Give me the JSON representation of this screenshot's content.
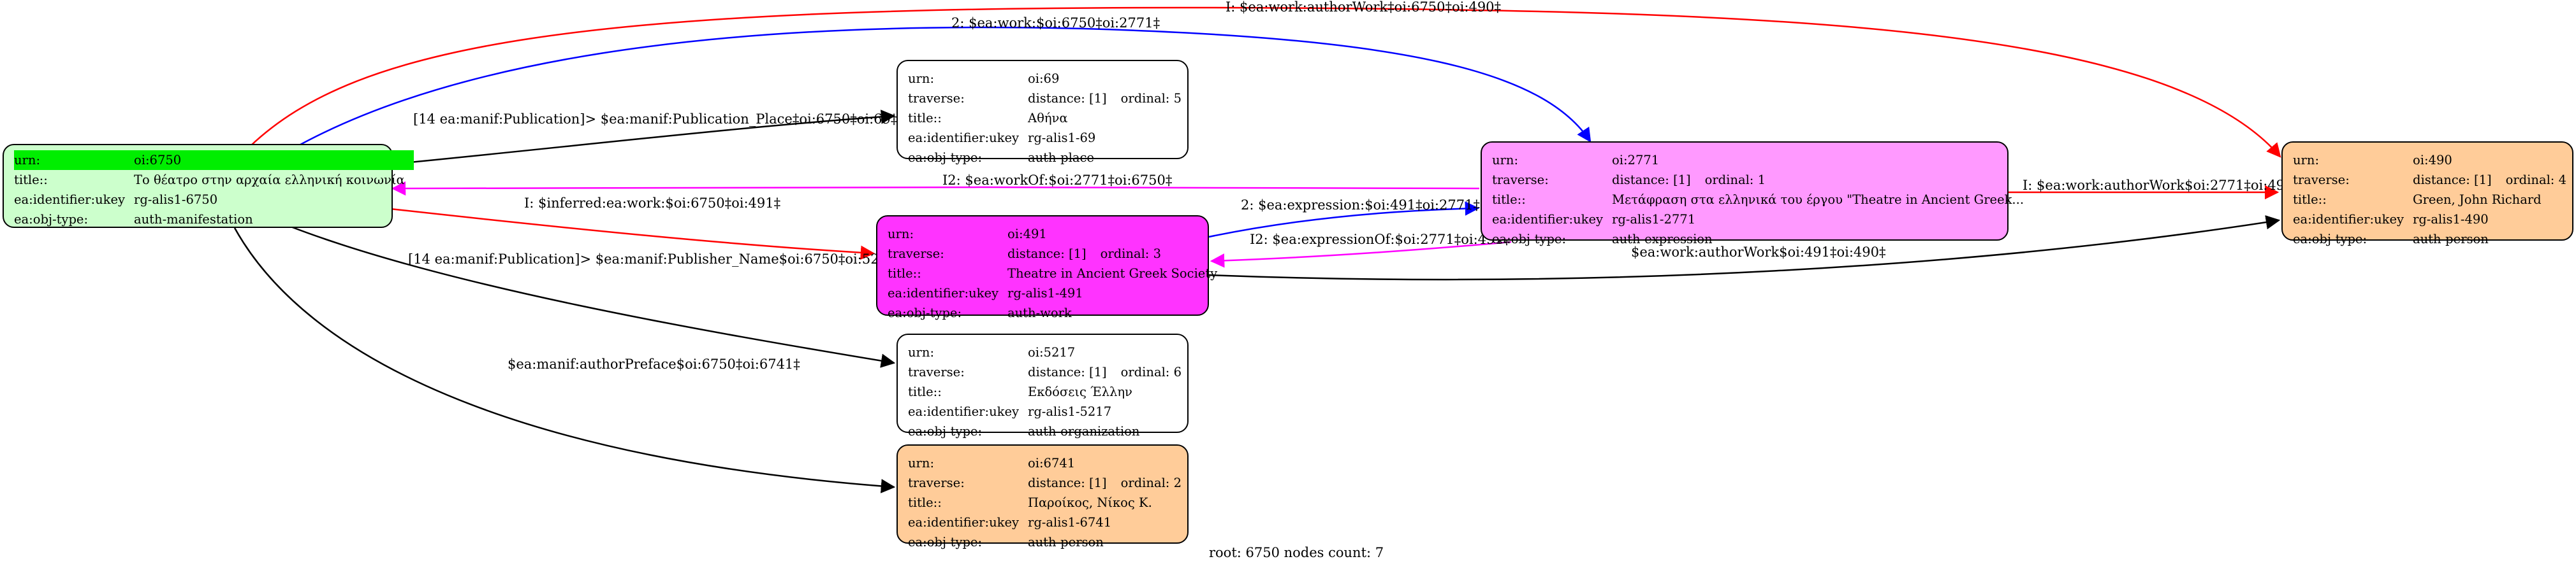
{
  "nodes": {
    "n6750": {
      "fill": "#ccffcc",
      "rows": [
        {
          "k": "urn:",
          "v": "oi:6750"
        },
        {
          "k": "title::",
          "v": "Το θέατρο στην αρχαία ελληνική κοινωνία"
        },
        {
          "k": "ea:identifier:ukey",
          "v": "rg-alis1-6750"
        },
        {
          "k": "ea:obj-type:",
          "v": "auth-manifestation"
        }
      ]
    },
    "n69": {
      "fill": "#ffffff",
      "rows": [
        {
          "k": "urn:",
          "v": "oi:69"
        },
        {
          "k": "traverse:",
          "v": "distance: [1]",
          "ord": "ordinal: 5"
        },
        {
          "k": "title::",
          "v": "Αθήνα"
        },
        {
          "k": "ea:identifier:ukey",
          "v": "rg-alis1-69"
        },
        {
          "k": "ea:obj-type:",
          "v": "auth-place"
        }
      ]
    },
    "n491": {
      "fill": "#ff33ff",
      "rows": [
        {
          "k": "urn:",
          "v": "oi:491"
        },
        {
          "k": "traverse:",
          "v": "distance: [1]",
          "ord": "ordinal: 3"
        },
        {
          "k": "title::",
          "v": "Theatre in Ancient Greek Society"
        },
        {
          "k": "ea:identifier:ukey",
          "v": "rg-alis1-491"
        },
        {
          "k": "ea:obj-type:",
          "v": "auth-work"
        }
      ]
    },
    "n5217": {
      "fill": "#ffffff",
      "rows": [
        {
          "k": "urn:",
          "v": "oi:5217"
        },
        {
          "k": "traverse:",
          "v": "distance: [1]",
          "ord": "ordinal: 6"
        },
        {
          "k": "title::",
          "v": "Εκδόσεις Έλλην"
        },
        {
          "k": "ea:identifier:ukey",
          "v": "rg-alis1-5217"
        },
        {
          "k": "ea:obj-type:",
          "v": "auth-organization"
        }
      ]
    },
    "n6741": {
      "fill": "#ffcc99",
      "rows": [
        {
          "k": "urn:",
          "v": "oi:6741"
        },
        {
          "k": "traverse:",
          "v": "distance: [1]",
          "ord": "ordinal: 2"
        },
        {
          "k": "title::",
          "v": "Παροίκος, Νίκος Κ."
        },
        {
          "k": "ea:identifier:ukey",
          "v": "rg-alis1-6741"
        },
        {
          "k": "ea:obj-type:",
          "v": "auth-person"
        }
      ]
    },
    "n2771": {
      "fill": "#ff99ff",
      "rows": [
        {
          "k": "urn:",
          "v": "oi:2771"
        },
        {
          "k": "traverse:",
          "v": "distance: [1]",
          "ord": "ordinal: 1"
        },
        {
          "k": "title::",
          "v": "Μετάφραση στα ελληνικά του έργου \"Theatre in Ancient Greek..."
        },
        {
          "k": "ea:identifier:ukey",
          "v": "rg-alis1-2771"
        },
        {
          "k": "ea:obj-type:",
          "v": "auth-expression"
        }
      ]
    },
    "n490": {
      "fill": "#ffcc99",
      "rows": [
        {
          "k": "urn:",
          "v": "oi:490"
        },
        {
          "k": "traverse:",
          "v": "distance: [1]",
          "ord": "ordinal: 4"
        },
        {
          "k": "title::",
          "v": "Green, John Richard"
        },
        {
          "k": "ea:identifier:ukey",
          "v": "rg-alis1-490"
        },
        {
          "k": "ea:obj-type:",
          "v": "auth-person"
        }
      ]
    }
  },
  "edge_labels": {
    "authorWork_6750_490": "I: $ea:work:authorWork‡oi:6750‡oi:490‡",
    "work_6750_2771": "2: $ea:work:$oi:6750‡oi:2771‡",
    "pub_place": "[14 ea:manif:Publication]> $ea:manif:Publication_Place‡oi:6750‡oi:69‡14",
    "workOf_2771_6750": "I2: $ea:workOf:$oi:2771‡oi:6750‡",
    "inferred_work": "I: $inferred:ea:work:$oi:6750‡oi:491‡",
    "expression_491_2771": "2: $ea:expression:$oi:491‡oi:2771‡",
    "expressionOf_2771_491": "I2: $ea:expressionOf:$oi:2771‡oi:491‡",
    "authorWork_2771_490": "I: $ea:work:authorWork$oi:2771‡oi:490‡",
    "authorWork_491_490": "$ea:work:authorWork$oi:491‡oi:490‡",
    "pub_name": "[14 ea:manif:Publication]> $ea:manif:Publisher_Name$oi:6750‡oi:5217‡14",
    "author_preface": "$ea:manif:authorPreface$oi:6750‡oi:6741‡"
  },
  "colors": {
    "red": "#ff0000",
    "blue": "#0000ff",
    "magenta": "#ff00ff",
    "black": "#000000",
    "highlight": "#00ee00"
  },
  "footer": "root: 6750 nodes count: 7"
}
